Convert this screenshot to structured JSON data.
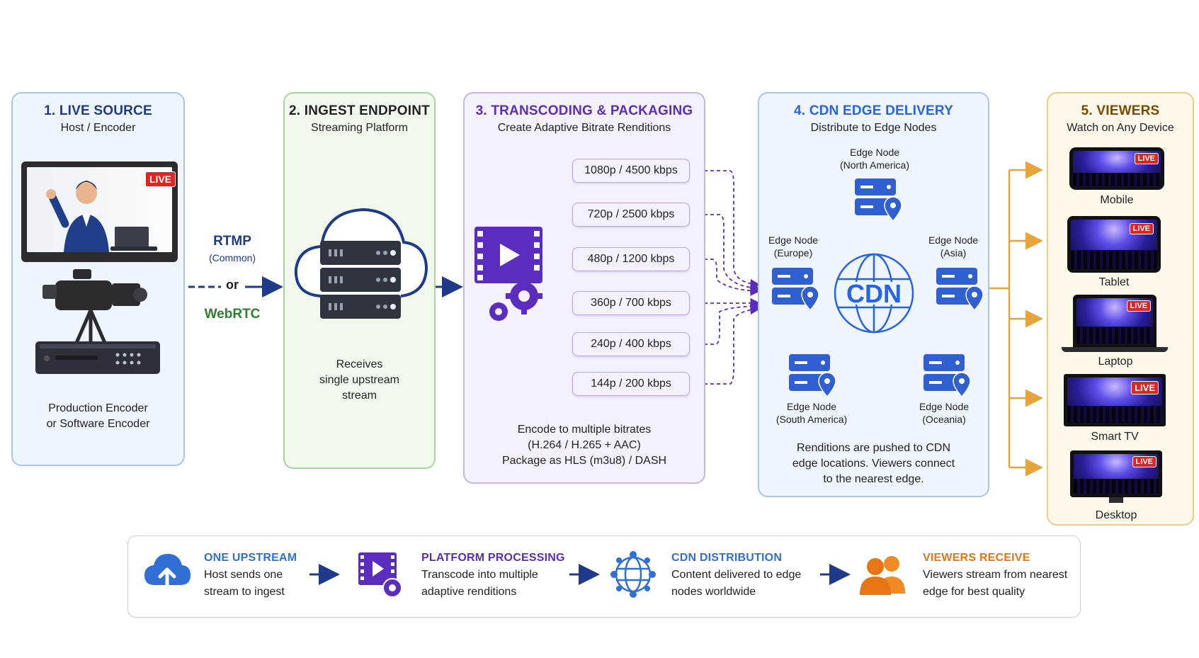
{
  "panels": {
    "source": {
      "title": "1. LIVE SOURCE",
      "subtitle": "Host / Encoder",
      "live_badge": "LIVE",
      "caption": [
        "Production Encoder",
        "or Software Encoder"
      ]
    },
    "protocol": {
      "rtmp": "RTMP",
      "rtmp_note": "(Common)",
      "or": "or",
      "webrtc": "WebRTC"
    },
    "ingest": {
      "title": "2. INGEST ENDPOINT",
      "subtitle": "Streaming Platform",
      "caption": [
        "Receives",
        "single upstream",
        "stream"
      ]
    },
    "transcode": {
      "title": "3. TRANSCODING & PACKAGING",
      "subtitle": "Create Adaptive Bitrate Renditions",
      "renditions": [
        "1080p / 4500 kbps",
        "720p / 2500 kbps",
        "480p / 1200 kbps",
        "360p / 700 kbps",
        "240p / 400 kbps",
        "144p / 200 kbps"
      ],
      "caption": [
        "Encode to multiple bitrates",
        "(H.264 / H.265 + AAC)",
        "Package as HLS (m3u8) / DASH"
      ]
    },
    "cdn": {
      "title": "4. CDN EDGE DELIVERY",
      "subtitle": "Distribute to Edge Nodes",
      "center": "CDN",
      "nodes": [
        {
          "name": "Edge Node",
          "region": "(North America)"
        },
        {
          "name": "Edge Node",
          "region": "(Europe)"
        },
        {
          "name": "Edge Node",
          "region": "(Asia)"
        },
        {
          "name": "Edge Node",
          "region": "(South America)"
        },
        {
          "name": "Edge Node",
          "region": "(Oceania)"
        }
      ],
      "caption": [
        "Renditions are pushed to CDN",
        "edge locations. Viewers connect",
        "to the nearest edge."
      ]
    },
    "viewers": {
      "title": "5. VIEWERS",
      "subtitle": "Watch on Any Device",
      "live_badge": "LIVE",
      "devices": [
        "Mobile",
        "Tablet",
        "Laptop",
        "Smart TV",
        "Desktop"
      ]
    }
  },
  "summary": [
    {
      "title": "ONE UPSTREAM",
      "desc": [
        "Host sends one",
        "stream to ingest"
      ],
      "icon": "cloud-upload-icon"
    },
    {
      "title": "PLATFORM PROCESSING",
      "desc": [
        "Transcode into multiple",
        "adaptive renditions"
      ],
      "icon": "video-gear-icon"
    },
    {
      "title": "CDN DISTRIBUTION",
      "desc": [
        "Content delivered to edge",
        "nodes worldwide"
      ],
      "icon": "globe-network-icon"
    },
    {
      "title": "VIEWERS RECEIVE",
      "desc": [
        "Viewers stream from nearest",
        "edge for best quality"
      ],
      "icon": "users-icon"
    }
  ],
  "colors": {
    "navy": "#1f3a8a",
    "blue": "#2563eb",
    "green": "#2f7d32",
    "purple": "#5b2dbf",
    "orange": "#e07b00",
    "source_bg": "#eef5fd",
    "ingest_bg": "#f1f9ee",
    "transcode_bg": "#f5f1fc",
    "cdn_bg": "#eef5fd",
    "viewers_bg": "#fdf8e9"
  }
}
